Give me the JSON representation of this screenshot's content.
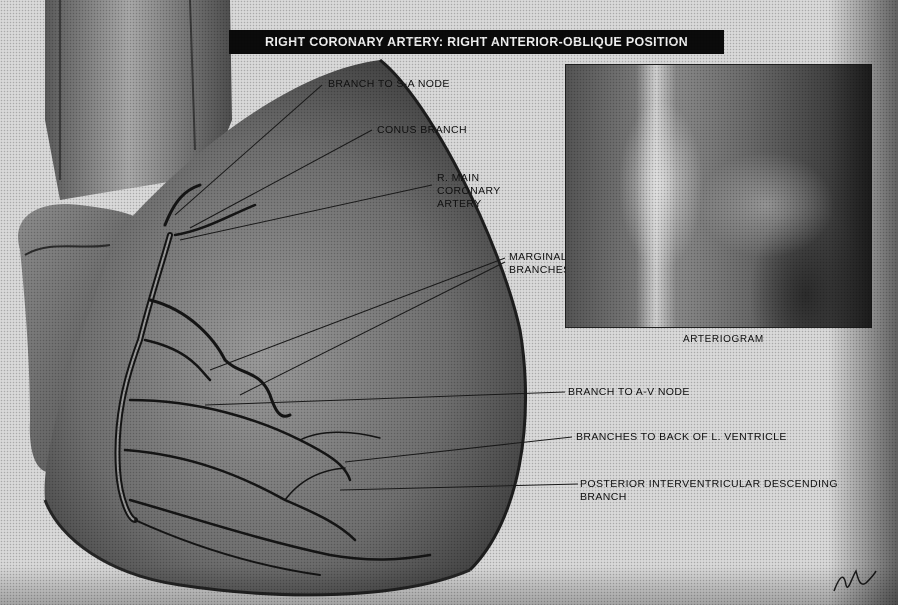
{
  "title": "RIGHT CORONARY ARTERY: RIGHT ANTERIOR-OBLIQUE POSITION",
  "labels": {
    "sa_node": "BRANCH TO S-A NODE",
    "conus": "CONUS BRANCH",
    "main_coronary": [
      "R. MAIN",
      "CORONARY",
      "ARTERY"
    ],
    "marginal": [
      "MARGINAL",
      "BRANCHES"
    ],
    "av_node": "BRANCH TO A-V NODE",
    "back_ventricle": "BRANCHES TO BACK OF L. VENTRICLE",
    "posterior": [
      "POSTERIOR INTERVENTRICULAR DESCENDING",
      "BRANCH"
    ]
  },
  "inset": {
    "caption": "ARTERIOGRAM"
  }
}
